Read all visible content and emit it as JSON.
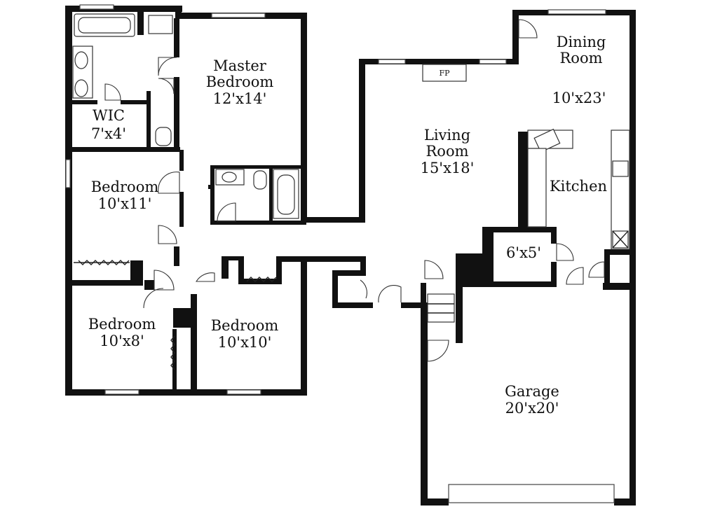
{
  "rooms": {
    "master_bedroom": {
      "name_line1": "Master",
      "name_line2": "Bedroom",
      "size": "12'x14'"
    },
    "wic": {
      "name": "WIC",
      "size": "7'x4'"
    },
    "bedroom_1": {
      "name": "Bedroom",
      "size": "10'x11'"
    },
    "bedroom_2": {
      "name": "Bedroom",
      "size": "10'x8'"
    },
    "bedroom_3": {
      "name": "Bedroom",
      "size": "10'x10'"
    },
    "living_room": {
      "name_line1": "Living",
      "name_line2": "Room",
      "size": "15'x18'"
    },
    "dining_room": {
      "name_line1": "Dining",
      "name_line2": "Room",
      "size": "10'x23'"
    },
    "kitchen": {
      "name": "Kitchen"
    },
    "utility": {
      "size": "6'x5'"
    },
    "garage": {
      "name": "Garage",
      "size": "20'x20'"
    }
  },
  "fireplace": {
    "label": "FP"
  }
}
